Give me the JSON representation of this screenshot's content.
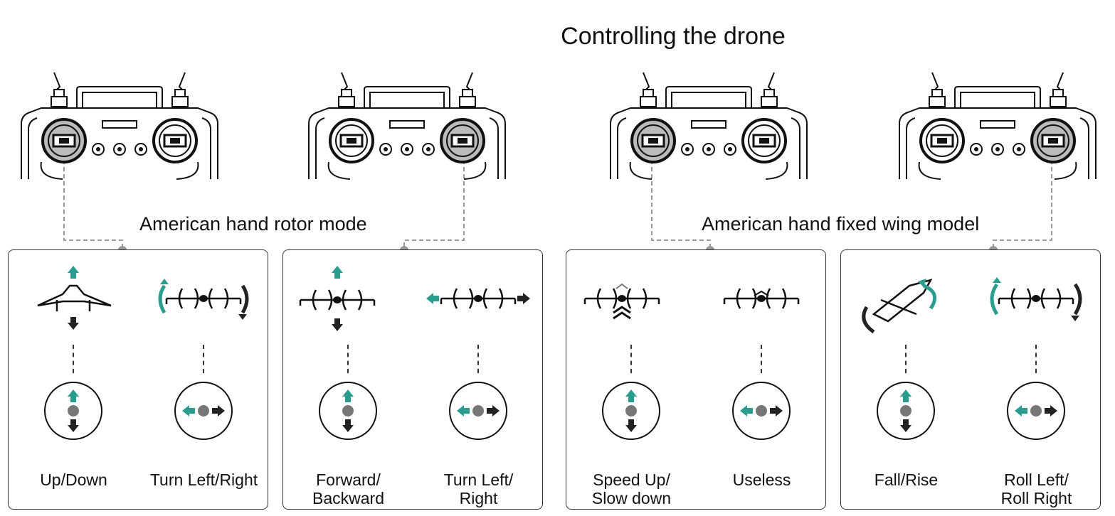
{
  "title": "Controlling the drone",
  "modes": [
    {
      "label": "American hand rotor mode"
    },
    {
      "label": "American hand fixed wing model"
    }
  ],
  "panels": [
    {
      "items": [
        {
          "label": "Up/Down",
          "icon": "drone-takeoff-icon",
          "stick": "vertical"
        },
        {
          "label": "Turn Left/Right",
          "icon": "drone-yaw-icon",
          "stick": "horizontal"
        }
      ]
    },
    {
      "items": [
        {
          "label": "Forward/\nBackward",
          "icon": "drone-pitch-icon",
          "stick": "vertical"
        },
        {
          "label": "Turn Left/\nRight",
          "icon": "drone-strafe-icon",
          "stick": "horizontal"
        }
      ]
    },
    {
      "items": [
        {
          "label": "Speed Up/\nSlow down",
          "icon": "drone-throttle-icon",
          "stick": "vertical"
        },
        {
          "label": "Useless",
          "icon": "drone-static-icon",
          "stick": "horizontal"
        }
      ]
    },
    {
      "items": [
        {
          "label": "Fall/Rise",
          "icon": "drone-pitch-fixed-wing-icon",
          "stick": "vertical"
        },
        {
          "label": "Roll Left/\nRoll Right",
          "icon": "drone-roll-icon",
          "stick": "horizontal"
        }
      ]
    }
  ],
  "colors": {
    "accent": "#2a9d8f",
    "dark": "#222222",
    "line": "#999999"
  }
}
